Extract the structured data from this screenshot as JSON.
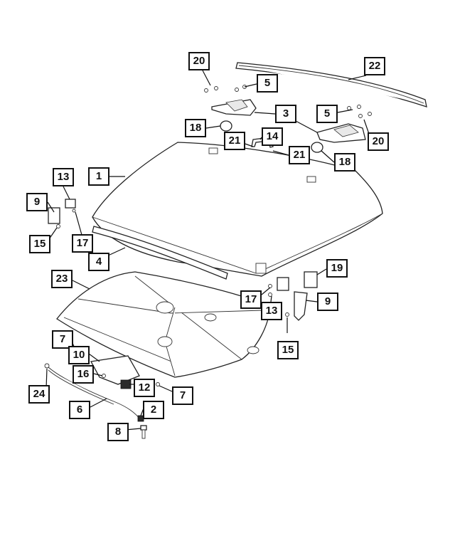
{
  "callouts": [
    {
      "id": "c20a",
      "label": "20"
    },
    {
      "id": "c22",
      "label": "22"
    },
    {
      "id": "c5a",
      "label": "5"
    },
    {
      "id": "c3",
      "label": "3"
    },
    {
      "id": "c5b",
      "label": "5"
    },
    {
      "id": "c18a",
      "label": "18"
    },
    {
      "id": "c21a",
      "label": "21"
    },
    {
      "id": "c14",
      "label": "14"
    },
    {
      "id": "c20b",
      "label": "20"
    },
    {
      "id": "c21b",
      "label": "21"
    },
    {
      "id": "c18b",
      "label": "18"
    },
    {
      "id": "c13a",
      "label": "13"
    },
    {
      "id": "c1",
      "label": "1"
    },
    {
      "id": "c9a",
      "label": "9"
    },
    {
      "id": "c15a",
      "label": "15"
    },
    {
      "id": "c17a",
      "label": "17"
    },
    {
      "id": "c4",
      "label": "4"
    },
    {
      "id": "c23",
      "label": "23"
    },
    {
      "id": "c19",
      "label": "19"
    },
    {
      "id": "c17b",
      "label": "17"
    },
    {
      "id": "c9b",
      "label": "9"
    },
    {
      "id": "c13b",
      "label": "13"
    },
    {
      "id": "c7a",
      "label": "7"
    },
    {
      "id": "c15b",
      "label": "15"
    },
    {
      "id": "c10",
      "label": "10"
    },
    {
      "id": "c16",
      "label": "16"
    },
    {
      "id": "c12",
      "label": "12"
    },
    {
      "id": "c7b",
      "label": "7"
    },
    {
      "id": "c24",
      "label": "24"
    },
    {
      "id": "c6",
      "label": "6"
    },
    {
      "id": "c2",
      "label": "2"
    },
    {
      "id": "c8",
      "label": "8"
    }
  ]
}
